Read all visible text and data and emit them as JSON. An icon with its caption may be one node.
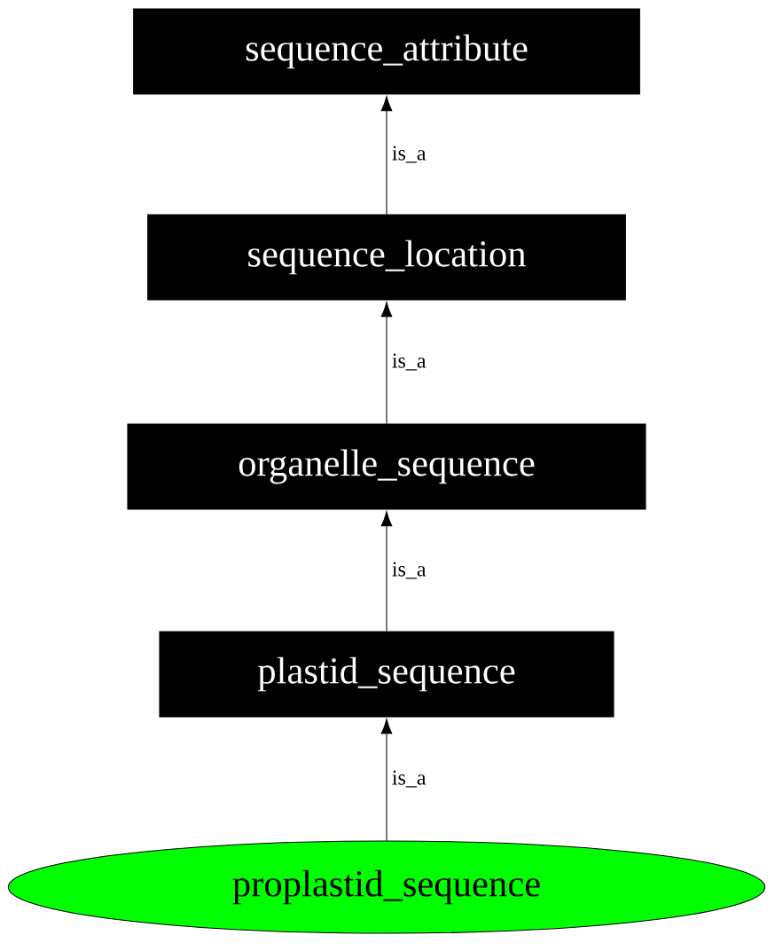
{
  "diagram": {
    "nodes": [
      {
        "text": [
          "sequence_attribute"
        ]
      },
      {
        "text": [
          "sequence_location"
        ]
      },
      {
        "text": [
          "organelle_sequence"
        ]
      },
      {
        "text": [
          "plastid_sequence"
        ]
      },
      {
        "text": [
          "proplastid_sequence"
        ]
      }
    ],
    "edges": [
      {
        "from": 1,
        "to": 0,
        "arrow": "to",
        "label": "is_a"
      },
      {
        "from": 2,
        "to": 1,
        "arrow": "to",
        "label": "is_a"
      },
      {
        "from": 3,
        "to": 2,
        "arrow": "to",
        "label": "is_a"
      },
      {
        "from": 4,
        "to": 3,
        "arrow": "to",
        "label": "is_a"
      }
    ]
  }
}
